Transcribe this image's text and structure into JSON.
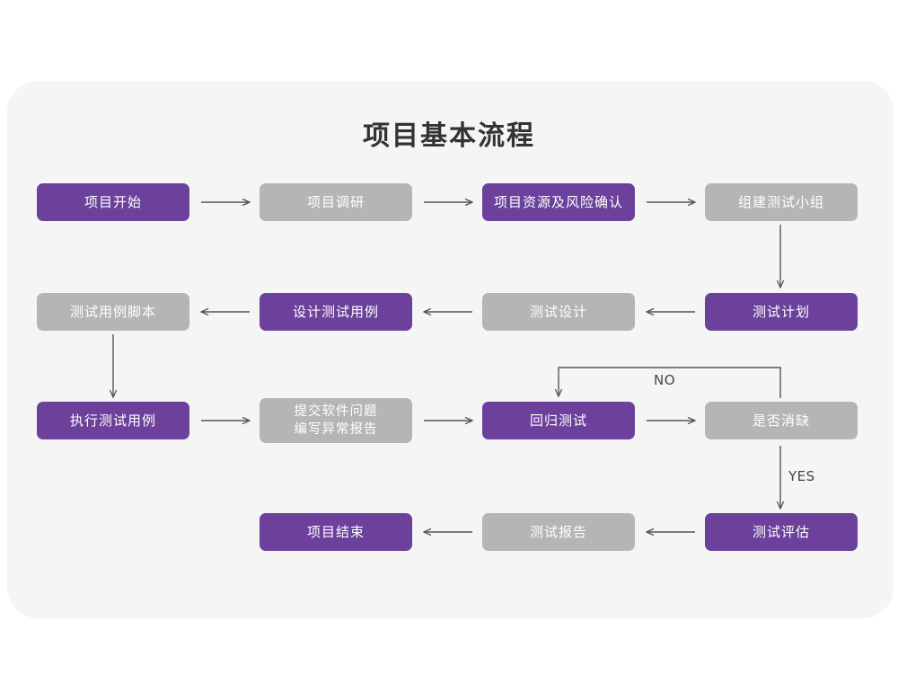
{
  "page": {
    "title": "项目基本流程",
    "background": "#ffffff",
    "card_background": "#f5f5f5"
  },
  "colors": {
    "purple": "#6b419b",
    "gray": "#b5b5b5",
    "text_on_node": "#ffffff",
    "title_text": "#333333",
    "connector": "#555555"
  },
  "chart_data": {
    "type": "diagram",
    "title": "项目基本流程",
    "nodes": [
      {
        "id": "n1",
        "label": "项目开始",
        "style": "purple",
        "row": 1,
        "col": 1
      },
      {
        "id": "n2",
        "label": "项目调研",
        "style": "gray",
        "row": 1,
        "col": 2
      },
      {
        "id": "n3",
        "label": "项目资源及风险确认",
        "style": "purple",
        "row": 1,
        "col": 3
      },
      {
        "id": "n4",
        "label": "组建测试小组",
        "style": "gray",
        "row": 1,
        "col": 4
      },
      {
        "id": "n5",
        "label": "测试用例脚本",
        "style": "gray",
        "row": 2,
        "col": 1
      },
      {
        "id": "n6",
        "label": "设计测试用例",
        "style": "purple",
        "row": 2,
        "col": 2
      },
      {
        "id": "n7",
        "label": "测试设计",
        "style": "gray",
        "row": 2,
        "col": 3
      },
      {
        "id": "n8",
        "label": "测试计划",
        "style": "purple",
        "row": 2,
        "col": 4
      },
      {
        "id": "n9",
        "label": "执行测试用例",
        "style": "purple",
        "row": 3,
        "col": 1
      },
      {
        "id": "n10",
        "label": "提交软件问题\n编写异常报告",
        "style": "gray",
        "row": 3,
        "col": 2
      },
      {
        "id": "n11",
        "label": "回归测试",
        "style": "purple",
        "row": 3,
        "col": 3
      },
      {
        "id": "n12",
        "label": "是否消缺",
        "style": "gray",
        "row": 3,
        "col": 4
      },
      {
        "id": "n13",
        "label": "项目结束",
        "style": "purple",
        "row": 4,
        "col": 2
      },
      {
        "id": "n14",
        "label": "测试报告",
        "style": "gray",
        "row": 4,
        "col": 3
      },
      {
        "id": "n15",
        "label": "测试评估",
        "style": "purple",
        "row": 4,
        "col": 4
      }
    ],
    "edges": [
      {
        "from": "n1",
        "to": "n2",
        "label": "",
        "direction": "right"
      },
      {
        "from": "n2",
        "to": "n3",
        "label": "",
        "direction": "right"
      },
      {
        "from": "n3",
        "to": "n4",
        "label": "",
        "direction": "right"
      },
      {
        "from": "n4",
        "to": "n8",
        "label": "",
        "direction": "down"
      },
      {
        "from": "n8",
        "to": "n7",
        "label": "",
        "direction": "left"
      },
      {
        "from": "n7",
        "to": "n6",
        "label": "",
        "direction": "left"
      },
      {
        "from": "n6",
        "to": "n5",
        "label": "",
        "direction": "left"
      },
      {
        "from": "n5",
        "to": "n9",
        "label": "",
        "direction": "down"
      },
      {
        "from": "n9",
        "to": "n10",
        "label": "",
        "direction": "right"
      },
      {
        "from": "n10",
        "to": "n11",
        "label": "",
        "direction": "right"
      },
      {
        "from": "n11",
        "to": "n12",
        "label": "",
        "direction": "right"
      },
      {
        "from": "n12",
        "to": "n11",
        "label": "NO",
        "direction": "loop-up-left"
      },
      {
        "from": "n12",
        "to": "n15",
        "label": "YES",
        "direction": "down"
      },
      {
        "from": "n15",
        "to": "n14",
        "label": "",
        "direction": "left"
      },
      {
        "from": "n14",
        "to": "n13",
        "label": "",
        "direction": "left"
      }
    ],
    "edge_labels": [
      "NO",
      "YES"
    ]
  }
}
